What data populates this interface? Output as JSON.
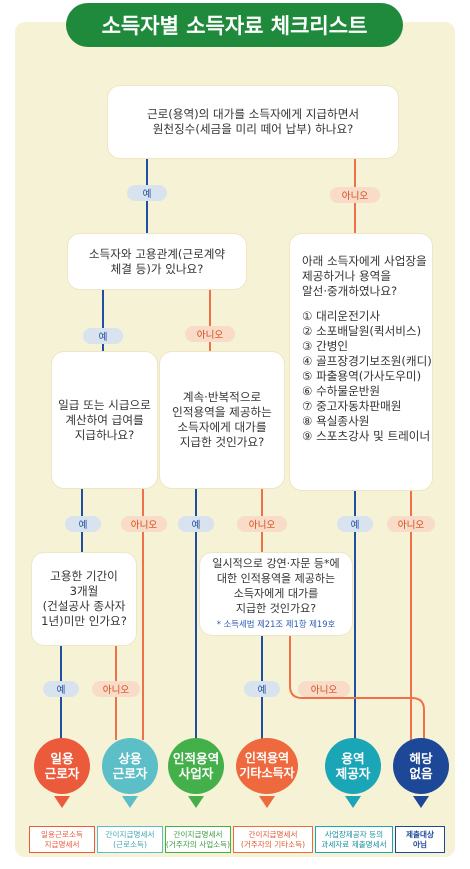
{
  "title": "소득자별 소득자료 체크리스트",
  "colors": {
    "blue_line": "#1e4fa0",
    "orange_line": "#f07048",
    "title_bg": "#1f8a3b",
    "panel_bg": "#f6f2d6"
  },
  "q1": {
    "lines": [
      "근로(용역)의 대가를 소득자에게 지급하면서",
      "원천징수(세금을 미리 떼어 납부) 하나요?"
    ]
  },
  "q2": {
    "lines": [
      "소득자와 고용관계(근로계약",
      "체결 등)가 있나요?"
    ]
  },
  "q3": {
    "lines": [
      "아래 소득자에게 사업장을",
      "제공하거나 용역을",
      "알선·중개하였나요?"
    ],
    "list": [
      "① 대리운전기사",
      "② 소포배달원(퀵서비스)",
      "③ 간병인",
      "④ 골프장경기보조원(캐디)",
      "⑤ 파출용역(가사도우미)",
      "⑥ 수하물운반원",
      "⑦ 중고자동차판매원",
      "⑧ 욕실종사원",
      "⑨ 스포츠강사 및 트레이너"
    ]
  },
  "q4": {
    "lines": [
      "일급 또는 시급으로",
      "계산하여 급여를",
      "지급하나요?"
    ]
  },
  "q5": {
    "lines": [
      "계속·반복적으로",
      "인적용역을 제공하는",
      "소득자에게 대가를",
      "지급한 것인가요?"
    ]
  },
  "q6": {
    "lines": [
      "고용한 기간이",
      "3개월",
      "(건설공사 종사자",
      "1년)미만 인가요?"
    ]
  },
  "q7": {
    "lines": [
      "일시적으로 강연·자문 등*에",
      "대한 인적용역을 제공하는",
      "소득자에게 대가를",
      "지급한 것인가요?"
    ],
    "note": "* 소득세법 제21조 제1항 제19호"
  },
  "labels": {
    "yes": "예",
    "no": "아니오"
  },
  "results": [
    {
      "key": "daily",
      "lines": [
        "일용",
        "근로자"
      ],
      "color": "#ec5a3c",
      "doc": [
        "일용근로소득",
        "지급명세서"
      ]
    },
    {
      "key": "regular",
      "lines": [
        "상용",
        "근로자"
      ],
      "color": "#5cbec6",
      "doc": [
        "간이지급명세서",
        "(근로소득)"
      ]
    },
    {
      "key": "business",
      "lines": [
        "인적용역",
        "사업자"
      ],
      "color": "#44b04a",
      "doc": [
        "간이지급명세서",
        "(거주자의 사업소득)"
      ]
    },
    {
      "key": "other",
      "lines": [
        "인적용역",
        "기타소득자"
      ],
      "color": "#ee6a3e",
      "doc": [
        "간이지급명세서",
        "(거주자의 기타소득)"
      ]
    },
    {
      "key": "provider",
      "lines": [
        "용역",
        "제공자"
      ],
      "color": "#1ba6b8",
      "doc": [
        "사업장제공자 등의",
        "과세자료 제출명세서"
      ]
    },
    {
      "key": "none",
      "lines": [
        "해당",
        "없음"
      ],
      "color": "#1d4898",
      "doc": [
        "제출대상",
        "아님"
      ]
    }
  ]
}
